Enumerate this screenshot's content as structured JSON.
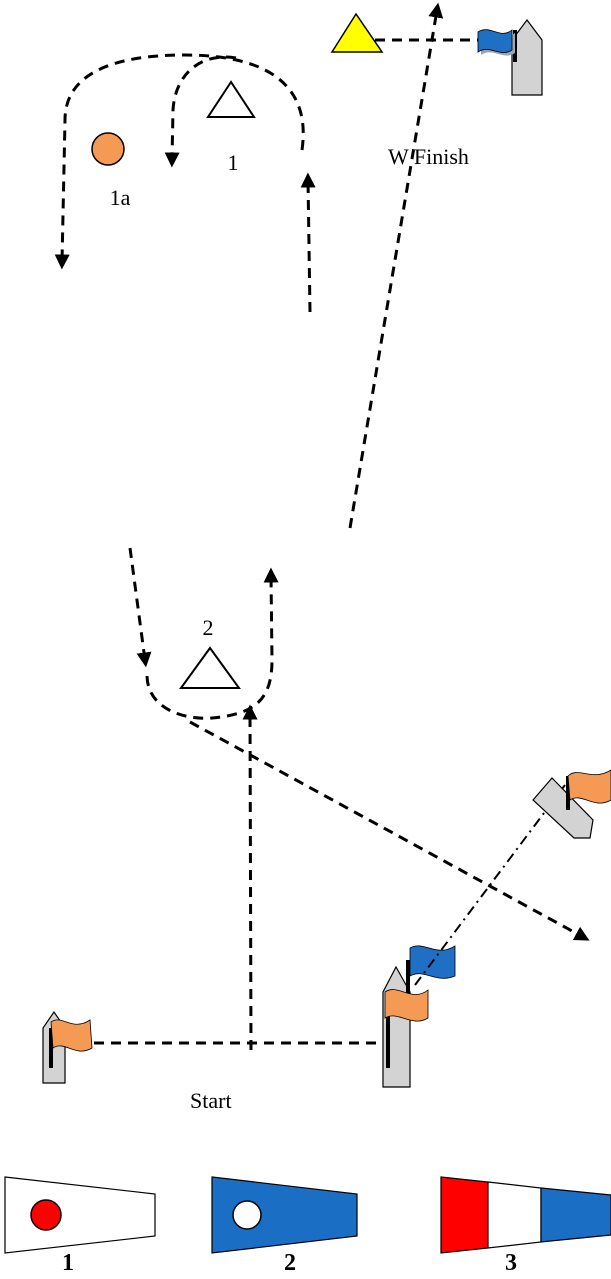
{
  "labels": {
    "mark_1": "1",
    "mark_1a": "1a",
    "mark_2": "2",
    "finish": "W Finish",
    "start": "Start"
  },
  "flags_legend": [
    {
      "number": "1"
    },
    {
      "number": "2"
    },
    {
      "number": "3"
    }
  ],
  "colors": {
    "orange": "#f59a54",
    "blue": "#1f6fc5",
    "yellow": "#ffff00",
    "boat_grey": "#d3d3d3",
    "red": "#ff0000",
    "legend_blue": "#1a6fc4"
  }
}
